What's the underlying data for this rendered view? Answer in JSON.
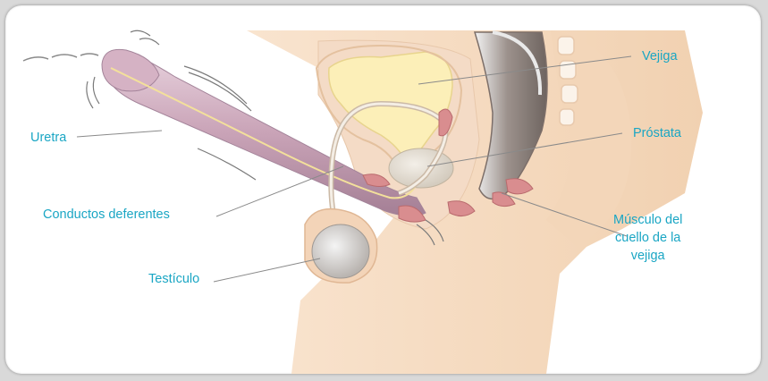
{
  "labels": {
    "vejiga": "Vejiga",
    "uretra": "Uretra",
    "prostata": "Próstata",
    "conductos": "Conductos deferentes",
    "musculo_line1": "Músculo del",
    "musculo_line2": "cuello de la",
    "musculo_line3": "vejiga",
    "testiculo": "Testículo"
  },
  "colors": {
    "label_text": "#1aa6c4",
    "skin": "#f6dcc2",
    "skin_dark": "#ecc9a8",
    "bladder": "#fbefb7",
    "rectum": "#8b7f7b",
    "penis": "#c9a6b8",
    "muscle": "#d98d8f",
    "leader_line": "#8a8a8a"
  }
}
